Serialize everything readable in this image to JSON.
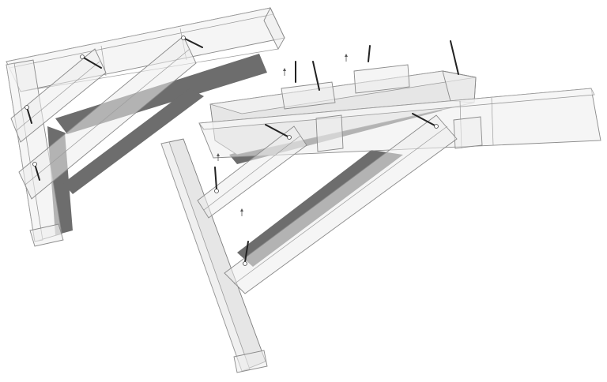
{
  "diagram": {
    "kind": "exploded-timber-joinery-illustration",
    "assemblies": [
      {
        "id": "assembled-knee-brace-corner",
        "state": "assembled"
      },
      {
        "id": "exploded-knee-brace-corner",
        "state": "exploded"
      }
    ],
    "parts": [
      "post",
      "beam",
      "knee-brace",
      "timber-peg"
    ],
    "colors": {
      "wood_transparent": "#ececec",
      "edge": "#8a8a8a",
      "shadow": "#6d6d6d",
      "peg": "#222222"
    }
  }
}
